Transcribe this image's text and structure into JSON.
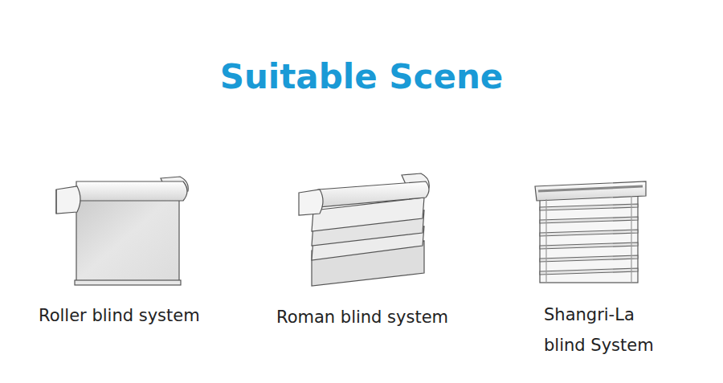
{
  "diagram": {
    "title": "Suitable Scene",
    "labels": [
      "Roller blind system",
      "Roman blind system",
      "Shangri-La blind System"
    ]
  }
}
